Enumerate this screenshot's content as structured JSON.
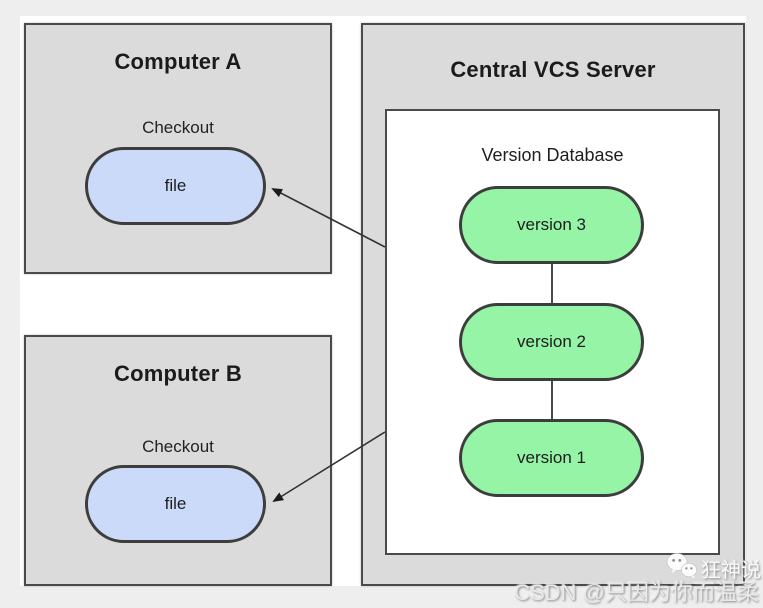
{
  "colors": {
    "page_background": "#eeeeee",
    "canvas_background": "#ffffff",
    "box_fill": "#dbdbdb",
    "box_border": "#4a4a4a",
    "file_pill_fill": "#cbdaf8",
    "version_pill_fill": "#95f4a6",
    "pill_border": "#3d3d3d",
    "arrow_color": "#333333",
    "text_color": "#1b1b1b"
  },
  "diagram": {
    "computer_a": {
      "title": "Computer A",
      "checkout_label": "Checkout",
      "file_label": "file"
    },
    "computer_b": {
      "title": "Computer B",
      "checkout_label": "Checkout",
      "file_label": "file"
    },
    "server": {
      "title": "Central VCS Server",
      "database": {
        "title": "Version Database",
        "versions": [
          "version 3",
          "version 2",
          "version 1"
        ]
      }
    }
  },
  "watermark": {
    "icon": "wechat-icon",
    "brand": "狂神说",
    "credit": "CSDN @只因为你而温柔"
  }
}
